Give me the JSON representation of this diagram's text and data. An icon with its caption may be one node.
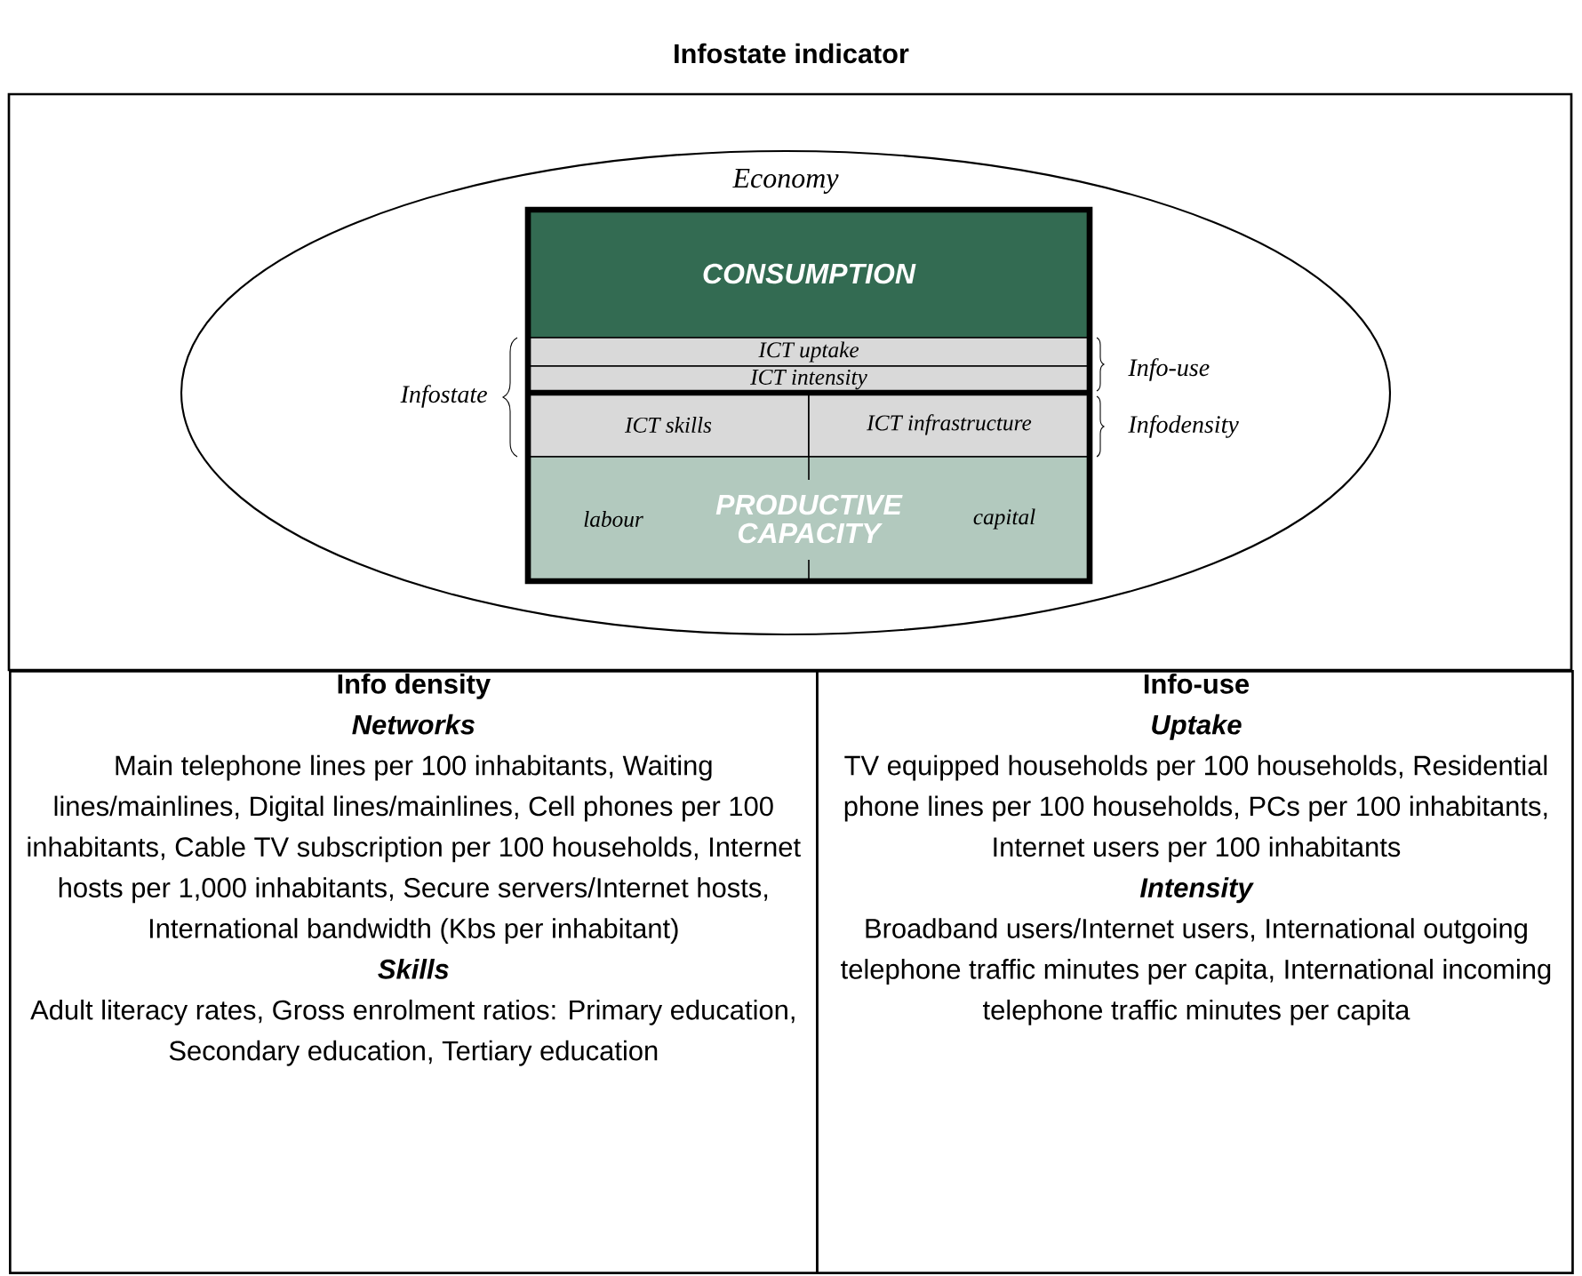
{
  "diagram": {
    "title": "Infostate indicator",
    "nodes": [
      {
        "text": [
          "Economy"
        ]
      },
      {
        "text": [
          "CONSUMPTION"
        ],
        "in": 0
      },
      {
        "text": [
          "ICT uptake"
        ],
        "in": 0
      },
      {
        "text": [
          "ICT intensity"
        ],
        "in": 0
      },
      {
        "text": [
          "ICT skills"
        ],
        "in": 0
      },
      {
        "text": [
          "ICT infrastructure"
        ],
        "in": 0
      },
      {
        "text": [
          "labour",
          "PRODUCTIVE CAPACITY",
          "capital"
        ],
        "in": 0
      },
      {
        "text": [
          "Info density",
          "Networks",
          "Main telephone lines per 100 inhabitants, Waiting lines/mainlines, Digital lines/mainlines, Cell phones per 100 inhabitants, Cable TV subscription per 100 households, Internet hosts per 1,000 inhabitants, Secure servers/Internet hosts, International bandwidth (Kbs per inhabitant)",
          "Skills",
          "Adult literacy rates, Gross enrolment ratios: Primary education, Secondary education, Tertiary education"
        ]
      },
      {
        "text": [
          "Info-use",
          "Uptake",
          "TV equipped households per 100 households, Residential phone lines per 100 households, PCs per 100 inhabitants, Internet users per 100 inhabitants",
          "Intensity",
          "Broadband users/Internet users, International outgoing telephone traffic minutes per capita, International incoming telephone traffic minutes per capita"
        ]
      }
    ],
    "edges": [],
    "labels": [
      "Infostate",
      "Info-use",
      "Infodensity"
    ]
  }
}
